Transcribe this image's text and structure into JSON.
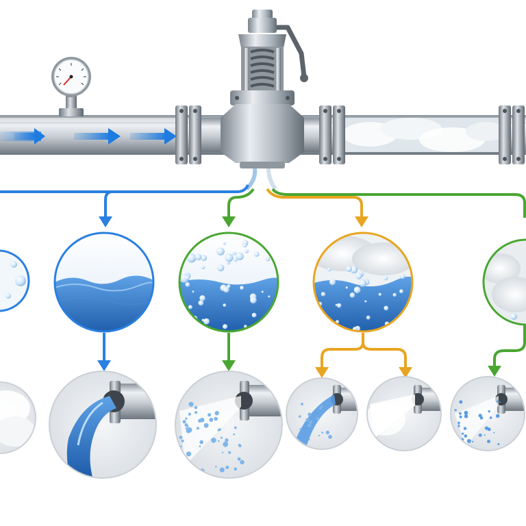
{
  "colors": {
    "background": "#ffffff",
    "steel_light": "#e4e8ec",
    "steel_mid": "#b7bec6",
    "steel_dark": "#6f7780",
    "flow_arrow": "#1e7be0",
    "branch_blue": "#2a7fe0",
    "branch_green": "#4aa632",
    "branch_orange": "#e8a521",
    "water_deep": "#1d5fb0",
    "water_light": "#7fb6ea",
    "steam": "#e6ebef",
    "bubble": "#cfe6fb"
  },
  "diagram": {
    "pipe": {
      "flow_direction": "left-to-right",
      "inlet_arrows": 3,
      "outlet_contents": "vapor"
    },
    "components": [
      "pressure-gauge",
      "spring-loaded-relief-valve",
      "lever-handle",
      "flange-left",
      "flange-right",
      "flange-far-right"
    ],
    "states": [
      {
        "id": "vapor-left",
        "color_key": "branch_blue",
        "contents": "vapor-bubbles",
        "discharge": "vapor-cloud"
      },
      {
        "id": "liquid",
        "color_key": "branch_blue",
        "contents": "liquid-water",
        "discharge": "liquid-jet"
      },
      {
        "id": "bubbly-liquid",
        "color_key": "branch_green",
        "contents": "liquid-with-bubbles",
        "discharge": "droplet-spray"
      },
      {
        "id": "two-phase",
        "color_key": "branch_orange",
        "contents": "liquid-and-vapor",
        "discharge": [
          "droplet-spray",
          "vapor-jet"
        ]
      },
      {
        "id": "vapor-right",
        "color_key": "branch_green",
        "contents": "vapor",
        "discharge": "droplet-mist"
      }
    ]
  },
  "icons": {
    "gauge": "pressure-gauge-icon",
    "valve": "relief-valve-icon",
    "flow": "flow-arrow-icon"
  }
}
